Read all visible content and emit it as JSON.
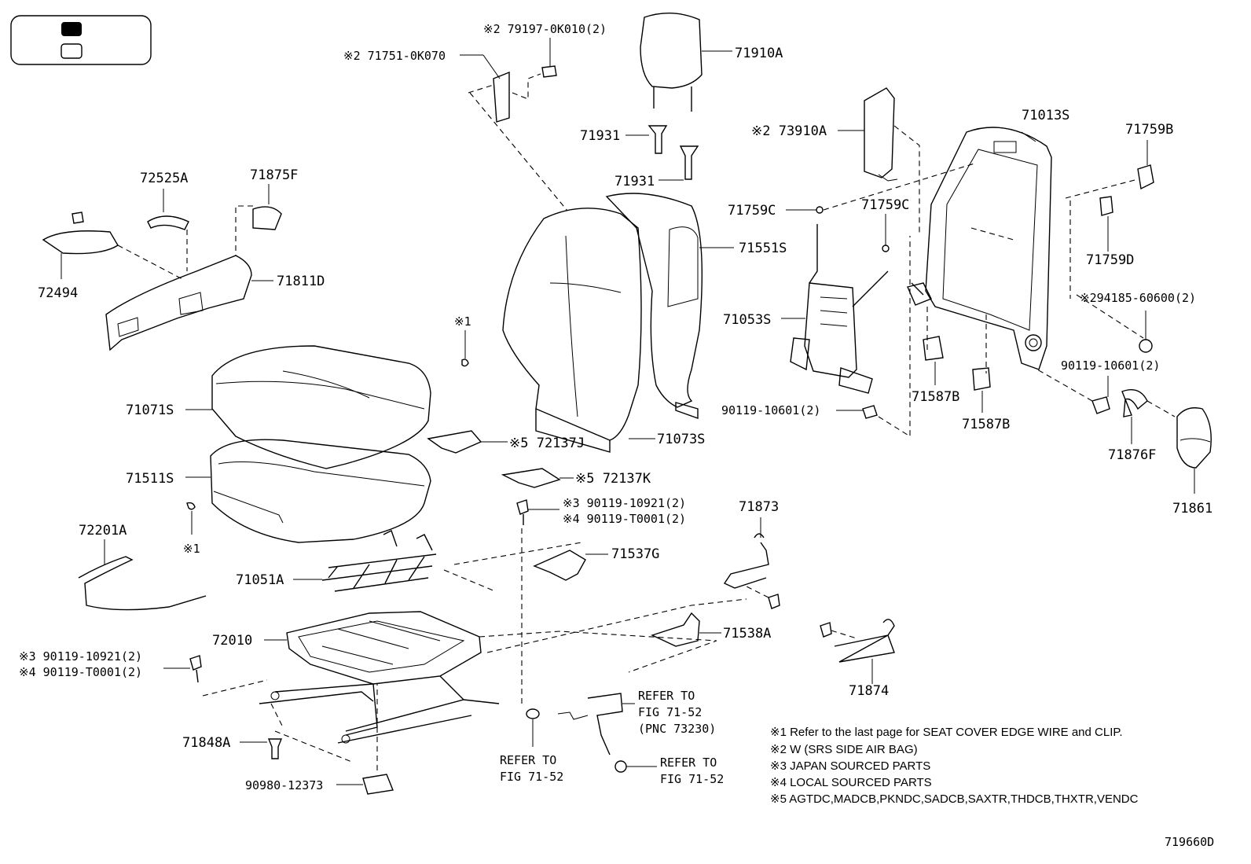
{
  "legend_box": {
    "filled_key": "",
    "open_key": ""
  },
  "labels": {
    "p79197": "※2 79197-0K010(2)",
    "p71751": "※2 71751-0K070",
    "p71910A": "71910A",
    "p71931a": "71931",
    "p71931b": "71931",
    "p73910A": "※2 73910A",
    "p71013S": "71013S",
    "p71759B": "71759B",
    "p72525A": "72525A",
    "p71875F": "71875F",
    "p72494": "72494",
    "p71811D": "71811D",
    "p71759Ca": "71759C",
    "p71759Cb": "71759C",
    "p71551S": "71551S",
    "p71759D": "71759D",
    "p94185": "※294185-60600(2)",
    "p71053S": "71053S",
    "pStar1a": "※1",
    "p71071S": "71071S",
    "p71587Ba": "71587B",
    "p90119a": "90119-10601(2)",
    "p90119b": "90119-10601(2)",
    "p71587Bb": "71587B",
    "p72137J": "※5 72137J",
    "p71073S": "71073S",
    "p71876F": "71876F",
    "p71511S": "71511S",
    "p72137K": "※5 72137K",
    "p71861": "71861",
    "p90119c3": "※3 90119-10921(2)",
    "p90119c4": "※4 90119-T0001(2)",
    "p72201A": "72201A",
    "p71873": "71873",
    "pStar1b": "※1",
    "p71537G": "71537G",
    "p71051A": "71051A",
    "p72010": "72010",
    "p71538A": "71538A",
    "p90119d3": "※3 90119-10921(2)",
    "p90119d4": "※4 90119-T0001(2)",
    "p71874": "71874",
    "refer1a": "REFER TO",
    "refer1b": "FIG 71-52",
    "refer1c": "(PNC 73230)",
    "p71848A": "71848A",
    "refer2a": "REFER TO",
    "refer2b": "FIG 71-52",
    "refer3a": "REFER TO",
    "refer3b": "FIG 71-52",
    "p90980": "90980-12373",
    "figure_id": "719660D"
  },
  "notes": [
    "※1  Refer to the last page for SEAT COVER EDGE WIRE and CLIP.",
    "※2  W (SRS SIDE AIR BAG)",
    "※3  JAPAN SOURCED PARTS",
    "※4  LOCAL SOURCED PARTS",
    "※5  AGTDC,MADCB,PKNDC,SADCB,SAXTR,THDCB,THXTR,VENDC"
  ]
}
